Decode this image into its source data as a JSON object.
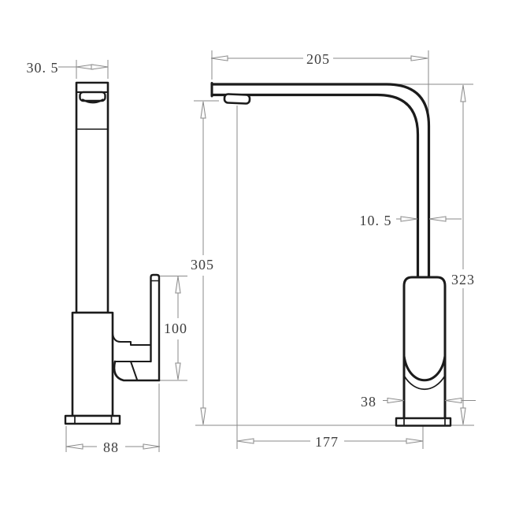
{
  "drawing": {
    "subject": "Kitchen sink mixer tap - two view technical dimension drawing",
    "background": "#ffffff",
    "outline_color": "#1b1b1b",
    "dimension_line_color": "#8a8a8a",
    "dimension_text_color": "#3d3d3d",
    "front_view": {
      "dim_spout_width": "30. 5",
      "dim_handle_height": "100",
      "dim_overall_depth": "88"
    },
    "side_view": {
      "dim_spout_reach": "205",
      "dim_spout_tube_thickness": "10. 5",
      "dim_outlet_height": "305",
      "dim_overall_height": "323",
      "dim_body_width": "38",
      "dim_outlet_offset": "177"
    }
  }
}
